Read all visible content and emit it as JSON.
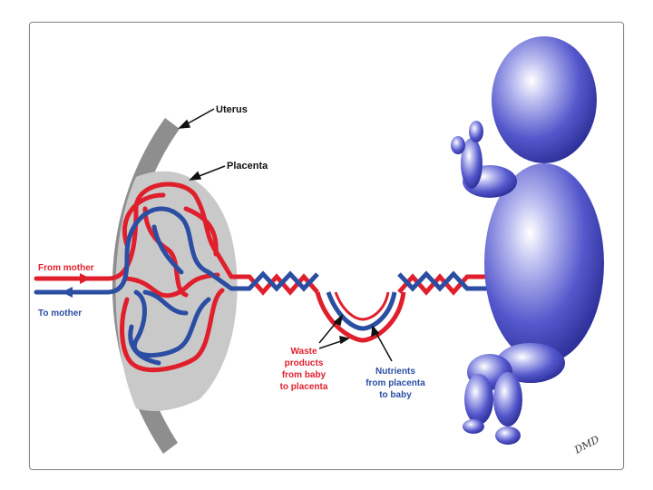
{
  "labels": {
    "uterus": "Uterus",
    "placenta": "Placenta",
    "from_mother": "From mother",
    "to_mother": "To mother",
    "waste": [
      "Waste",
      "products",
      "from baby",
      "to placenta"
    ],
    "nutrients": [
      "Nutrients",
      "from placenta",
      "to baby"
    ],
    "signature": "DMD"
  },
  "colors": {
    "red": "#e01f2d",
    "blue": "#2b4ea3",
    "uterus": "#8e8e8e",
    "placenta": "#c9c9c9",
    "baby": "#4b4fc8"
  }
}
